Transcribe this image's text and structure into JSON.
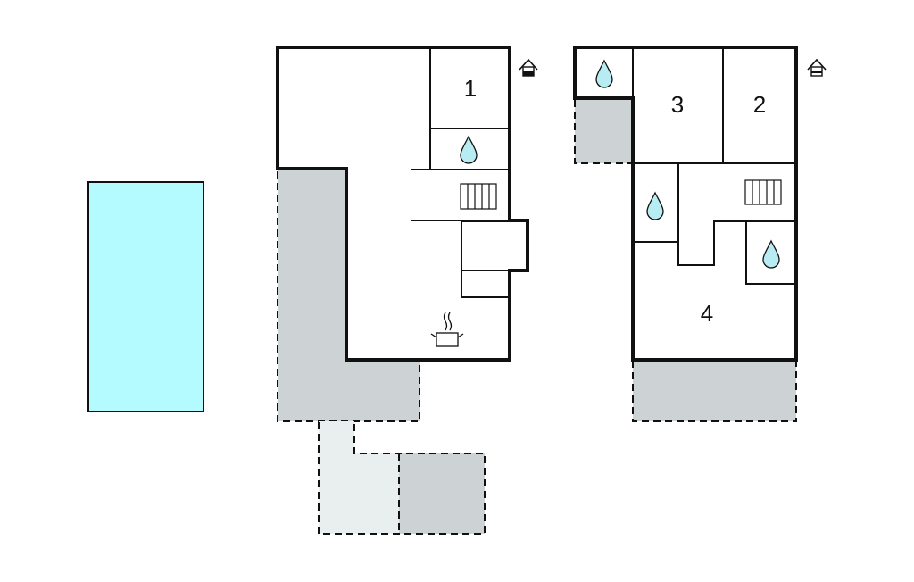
{
  "rooms": {
    "r1": "1",
    "r2": "2",
    "r3": "3",
    "r4": "4"
  },
  "colors": {
    "pool": "#b3fbff",
    "terrace": "#cdd3d4",
    "terrace_light": "#e9eeee",
    "water": "#b8ecf3"
  },
  "icons": [
    "house-entrance-icon",
    "water-drop-icon",
    "stairs-icon",
    "cooking-pot-icon"
  ]
}
